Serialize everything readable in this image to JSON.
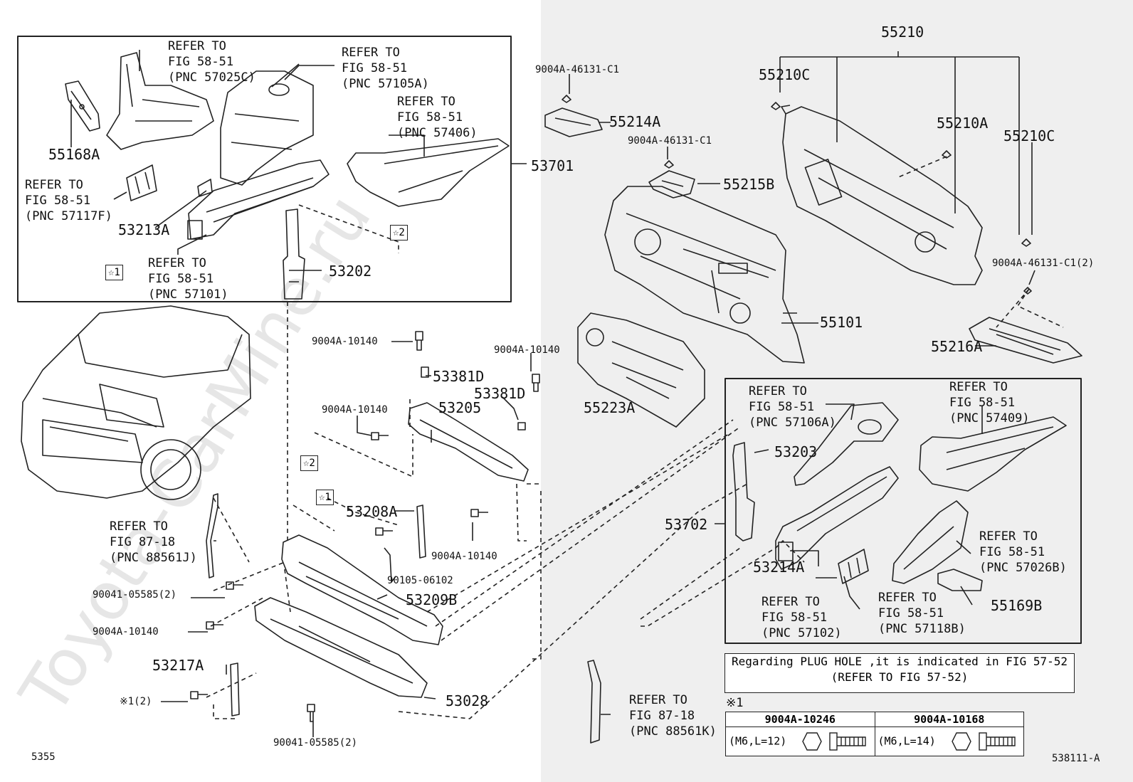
{
  "watermark": "Toyota-CarMine.ru",
  "inset_top": {
    "lbl_55168A": "55168A",
    "ref_57025C": [
      "REFER TO",
      "FIG 58-51",
      "(PNC 57025C)"
    ],
    "ref_57105A": [
      "REFER TO",
      "FIG 58-51",
      "(PNC 57105A)"
    ],
    "ref_57406": [
      "REFER TO",
      "FIG 58-51",
      "(PNC 57406)"
    ],
    "ref_57117F": [
      "REFER TO",
      "FIG 58-51",
      "(PNC 57117F)"
    ],
    "lbl_53213A": "53213A",
    "ref_57101": [
      "REFER TO",
      "FIG 58-51",
      "(PNC 57101)"
    ],
    "lbl_53202": "53202",
    "star1": "☆1",
    "star2": "☆2"
  },
  "lbl_53701": "53701",
  "lbl_9004A_46131_C1_a": "9004A-46131-C1",
  "lbl_55214A": "55214A",
  "lbl_9004A_46131_C1_b": "9004A-46131-C1",
  "lbl_55215B": "55215B",
  "lbl_55210": "55210",
  "lbl_55210C_a": "55210C",
  "lbl_55210A": "55210A",
  "lbl_55210C_b": "55210C",
  "lbl_9004A_46131_C1_2": "9004A-46131-C1(2)",
  "lbl_55101": "55101",
  "lbl_55216A": "55216A",
  "lbl_55223A": "55223A",
  "center": {
    "lbl_9004A_10140_a": "9004A-10140",
    "lbl_53381D_a": "53381D",
    "lbl_9004A_10140_b": "9004A-10140",
    "lbl_53381D_b": "53381D",
    "lbl_9004A_10140_c": "9004A-10140",
    "lbl_53205": "53205",
    "star2": "☆2",
    "star1": "☆1",
    "lbl_53208A": "53208A",
    "lbl_9004A_10140_d": "9004A-10140",
    "lbl_90105_06102": "90105-06102",
    "lbl_53209B": "53209B",
    "lbl_90041_05585_2_a": "90041-05585(2)",
    "lbl_9004A_10140_e": "9004A-10140",
    "lbl_53217A": "53217A",
    "lbl_x1_2": "※1(2)",
    "lbl_53028": "53028",
    "lbl_90041_05585_2_b": "90041-05585(2)",
    "ref_88561J": [
      "REFER TO",
      "FIG 87-18",
      "(PNC 88561J)"
    ],
    "ref_88561K": [
      "REFER TO",
      "FIG 87-18",
      "(PNC 88561K)"
    ]
  },
  "inset_right": {
    "ref_57106A": [
      "REFER TO",
      "FIG 58-51",
      "(PNC 57106A)"
    ],
    "ref_57409": [
      "REFER TO",
      "FIG 58-51",
      "(PNC 57409)"
    ],
    "lbl_53203": "53203",
    "lbl_53702": "53702",
    "lbl_53214A": "53214A",
    "ref_57026B": [
      "REFER TO",
      "FIG 58-51",
      "(PNC 57026B)"
    ],
    "lbl_55169B": "55169B",
    "ref_57102": [
      "REFER TO",
      "FIG 58-51",
      "(PNC 57102)"
    ],
    "ref_57118B": [
      "REFER TO",
      "FIG 58-51",
      "(PNC 57118B)"
    ]
  },
  "note": {
    "line1": "Regarding PLUG HOLE ,it is indicated in FIG 57-52",
    "line2": "(REFER TO FIG 57-52)"
  },
  "fastener_table": {
    "marker": "※1",
    "col1_header": "9004A-10246",
    "col1_spec": "(M6,L=12)",
    "col2_header": "9004A-10168",
    "col2_spec": "(M6,L=14)"
  },
  "footer_left": "5355",
  "footer_right": "538111-A"
}
